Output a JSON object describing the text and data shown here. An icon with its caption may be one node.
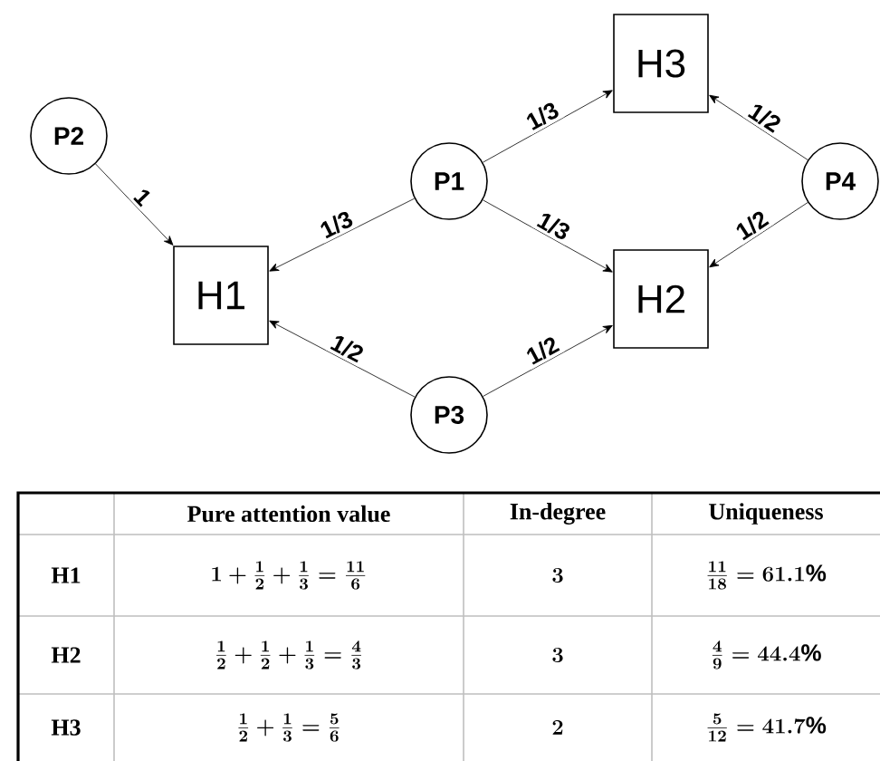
{
  "diagram": {
    "nodes": [
      {
        "text": [
          "H3"
        ]
      },
      {
        "text": [
          "P2"
        ]
      },
      {
        "text": [
          "P1"
        ]
      },
      {
        "text": [
          "P4"
        ]
      },
      {
        "text": [
          "H1"
        ]
      },
      {
        "text": [
          "H2"
        ]
      },
      {
        "text": [
          "P3"
        ]
      }
    ],
    "edges": [
      {
        "from": 1,
        "to": 4,
        "arrow": "to",
        "label": "1"
      },
      {
        "from": 2,
        "to": 0,
        "arrow": "to",
        "label": "1/3"
      },
      {
        "from": 3,
        "to": 0,
        "arrow": "to",
        "label": "1/2"
      },
      {
        "from": 2,
        "to": 4,
        "arrow": "to",
        "label": "1/3"
      },
      {
        "from": 2,
        "to": 5,
        "arrow": "to",
        "label": "1/3"
      },
      {
        "from": 3,
        "to": 5,
        "arrow": "to",
        "label": "1/2"
      },
      {
        "from": 6,
        "to": 4,
        "arrow": "to",
        "label": "1/2"
      },
      {
        "from": 6,
        "to": 5,
        "arrow": "to",
        "label": "1/2"
      }
    ],
    "labels": [
      "Pure attention value",
      "In-degree",
      "Uniqueness",
      "H1",
      "1+\\frac{1}{2}+\\frac{1}{3}=\\frac{11}{6}",
      "3",
      "\\frac{11}{18}=61.1\\%",
      "H2",
      "\\frac{1}{2}+\\frac{1}{2}+\\frac{1}{3}=\\frac{4}{3}",
      "3",
      "\\frac{4}{9}=44.4\\%",
      "H3",
      "\\frac{1}{2}+\\frac{1}{3}=\\frac{5}{6}",
      "2",
      "\\frac{5}{12}=41.7\\%"
    ]
  }
}
